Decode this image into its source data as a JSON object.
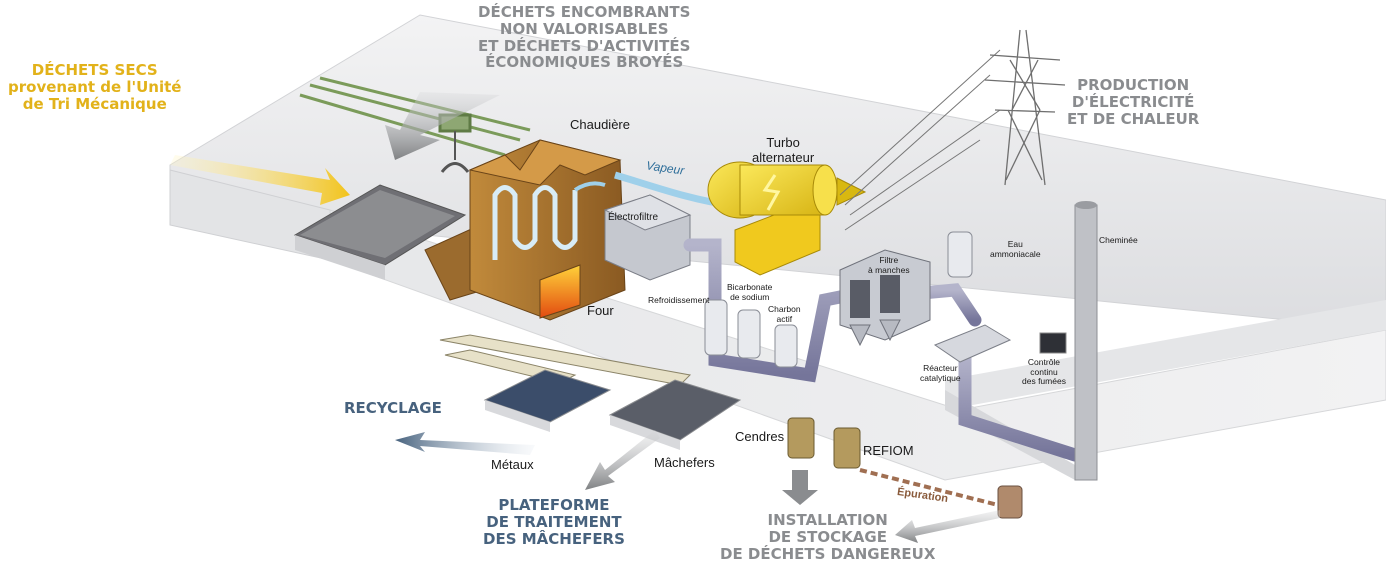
{
  "labels": {
    "dechets_secs": [
      "DÉCHETS SECS",
      "provenant de l'Unité",
      "de Tri Mécanique"
    ],
    "dechets_encombrants": [
      "DÉCHETS ENCOMBRANTS",
      "NON VALORISABLES",
      "ET DÉCHETS D'ACTIVITÉS",
      "ÉCONOMIQUES BROYÉS"
    ],
    "production": [
      "PRODUCTION",
      "D'ÉLECTRICITÉ",
      "ET DE CHALEUR"
    ],
    "chaudiere": "Chaudière",
    "turbo": [
      "Turbo",
      "alternateur"
    ],
    "vapeur": "Vapeur",
    "electrofiltre": "Électrofiltre",
    "refroidissement": "Refroidissement",
    "bicarbonate": [
      "Bicarbonate",
      "de sodium"
    ],
    "charbon": [
      "Charbon",
      "actif"
    ],
    "filtre": [
      "Filtre",
      "à manches"
    ],
    "eau": [
      "Eau",
      "ammoniacale"
    ],
    "cheminee": "Cheminée",
    "controle": [
      "Contrôle",
      "continu",
      "des fumées"
    ],
    "reacteur": [
      "Réacteur",
      "catalytique"
    ],
    "four": "Four",
    "cendres": "Cendres",
    "refiom": "REFIOM",
    "epuration": "Épuration",
    "recyclage": "RECYCLAGE",
    "metaux": "Métaux",
    "machefers": "Mâchefers",
    "plateforme": [
      "PLATEFORME",
      "DE TRAITEMENT",
      "DES MÂCHEFERS"
    ],
    "installation": [
      "INSTALLATION",
      "DE STOCKAGE",
      "DE DÉCHETS DANGEREUX"
    ]
  },
  "colors": {
    "wall": "#e9eaeb",
    "boiler": "#b07a2f",
    "turbine": "#f2d52a",
    "pipe": "#8f8fae",
    "filter_grey": "#c9ccd3",
    "arrow_yellow": "#f2c31b",
    "arrow_grey": "#8a8c8f",
    "arrow_blue": "#47627e",
    "text_grey": "#8a8c8f",
    "text_yellow": "#e2b21a"
  }
}
